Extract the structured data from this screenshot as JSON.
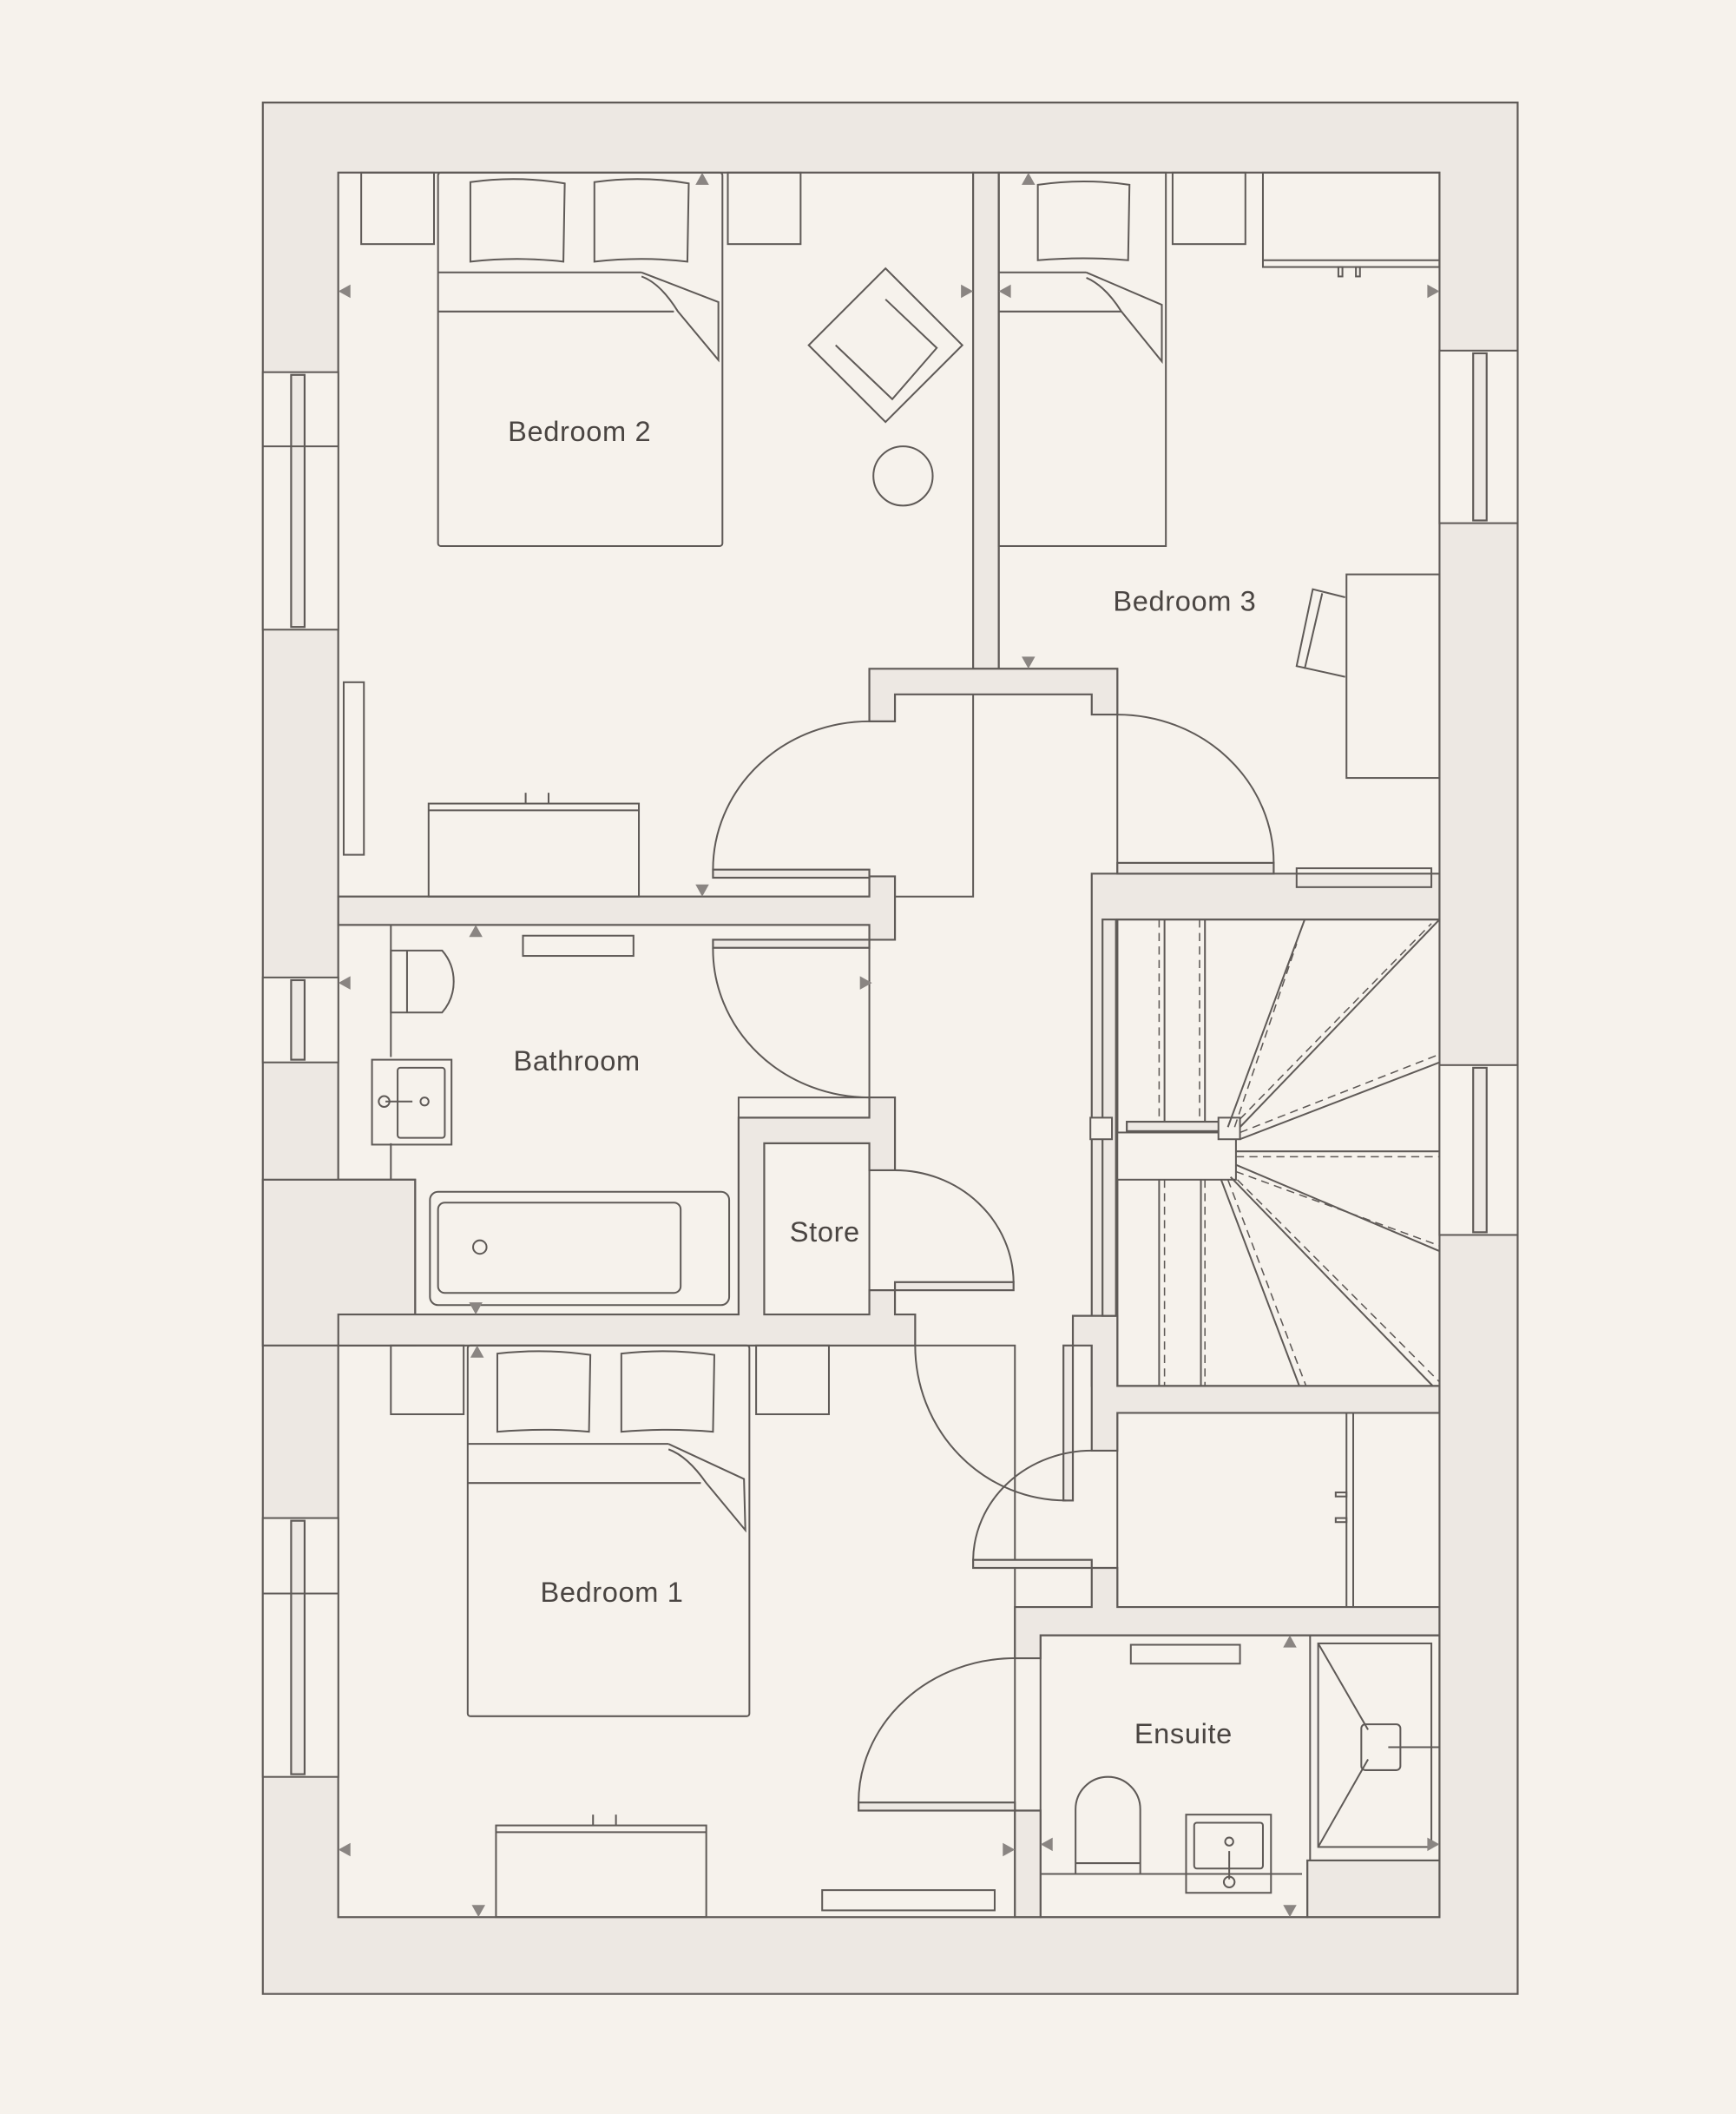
{
  "floorplan": {
    "rooms": [
      {
        "id": "bedroom-2",
        "label": "Bedroom 2"
      },
      {
        "id": "bedroom-3",
        "label": "Bedroom 3"
      },
      {
        "id": "bathroom",
        "label": "Bathroom"
      },
      {
        "id": "store",
        "label": "Store"
      },
      {
        "id": "bedroom-1",
        "label": "Bedroom 1"
      },
      {
        "id": "ensuite",
        "label": "Ensuite"
      }
    ],
    "colors": {
      "background": "#F6F2EC",
      "wall_fill": "#EDE8E3",
      "line": "#5F5A57",
      "marker": "#8A8582",
      "text": "#4A4542"
    }
  }
}
